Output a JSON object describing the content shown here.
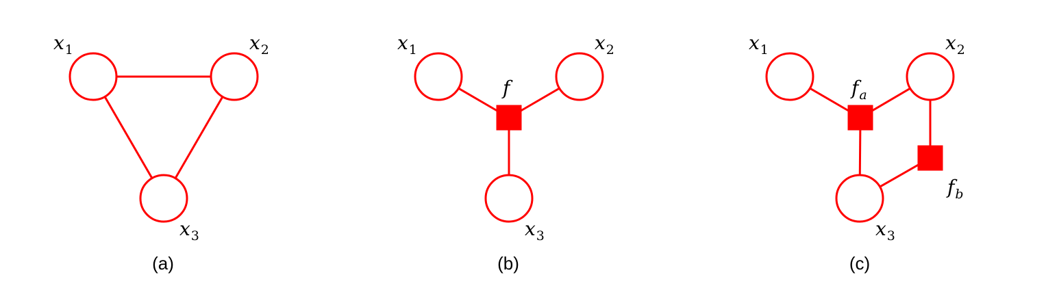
{
  "colors": {
    "stroke": "#ff0000",
    "factor_fill": "#ff0000",
    "node_fill": "#ffffff",
    "text": "#000000"
  },
  "panels": [
    {
      "caption": "(a)",
      "nodes": [
        {
          "id": "x1",
          "name": "x",
          "sub": "1"
        },
        {
          "id": "x2",
          "name": "x",
          "sub": "2"
        },
        {
          "id": "x3",
          "name": "x",
          "sub": "3"
        }
      ],
      "factors": [],
      "edges": [
        [
          "x1",
          "x2"
        ],
        [
          "x1",
          "x3"
        ],
        [
          "x2",
          "x3"
        ]
      ]
    },
    {
      "caption": "(b)",
      "nodes": [
        {
          "id": "x1",
          "name": "x",
          "sub": "1"
        },
        {
          "id": "x2",
          "name": "x",
          "sub": "2"
        },
        {
          "id": "x3",
          "name": "x",
          "sub": "3"
        }
      ],
      "factors": [
        {
          "id": "f",
          "name": "f",
          "sub": ""
        }
      ],
      "edges": [
        [
          "x1",
          "f"
        ],
        [
          "x2",
          "f"
        ],
        [
          "x3",
          "f"
        ]
      ]
    },
    {
      "caption": "(c)",
      "nodes": [
        {
          "id": "x1",
          "name": "x",
          "sub": "1"
        },
        {
          "id": "x2",
          "name": "x",
          "sub": "2"
        },
        {
          "id": "x3",
          "name": "x",
          "sub": "3"
        }
      ],
      "factors": [
        {
          "id": "fa",
          "name": "f",
          "sub": "a"
        },
        {
          "id": "fb",
          "name": "f",
          "sub": "b"
        }
      ],
      "edges": [
        [
          "x1",
          "fa"
        ],
        [
          "x2",
          "fa"
        ],
        [
          "x3",
          "fa"
        ],
        [
          "x2",
          "fb"
        ],
        [
          "x3",
          "fb"
        ]
      ]
    }
  ]
}
